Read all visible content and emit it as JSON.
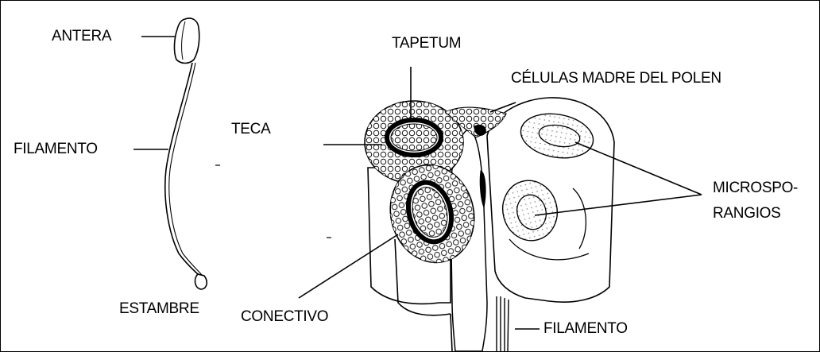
{
  "labels": {
    "antera": "ANTERA",
    "filamento_left": "FILAMENTO",
    "estambre": "ESTAMBRE",
    "tapetum": "TAPETUM",
    "celulas": "CÉLULAS MADRE DEL POLEN",
    "teca": "TECA",
    "microsporangios_line1": "MICROSPO-",
    "microsporangios_line2": "RANGIOS",
    "conectivo": "CONECTIVO",
    "filamento_right": "FILAMENTO"
  },
  "colors": {
    "ink": "#000000",
    "paper": "#ffffff"
  }
}
